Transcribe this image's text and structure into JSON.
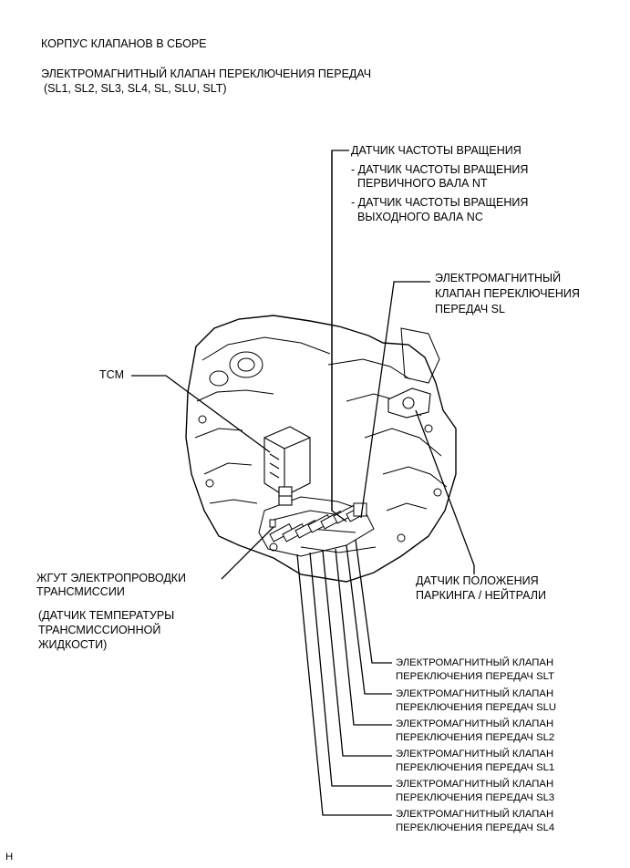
{
  "header": {
    "assembly": "КОРПУС КЛАПАНОВ В СБОРЕ",
    "solenoid_line1": "ЭЛЕКТРОМАГНИТНЫЙ КЛАПАН ПЕРЕКЛЮЧЕНИЯ ПЕРЕДАЧ",
    "solenoid_line2": "(SL1, SL2, SL3, SL4, SL, SLU, SLT)"
  },
  "labels": {
    "speed_sensor": "ДАТЧИК ЧАСТОТЫ ВРАЩЕНИЯ",
    "nt_line1": "- ДАТЧИК ЧАСТОТЫ ВРАЩЕНИЯ",
    "nt_line2": "ПЕРВИЧНОГО ВАЛА NT",
    "nc_line1": "- ДАТЧИК ЧАСТОТЫ ВРАЩЕНИЯ",
    "nc_line2": "ВЫХОДНОГО ВАЛА NC",
    "sl_line1": "ЭЛЕКТРОМАГНИТНЫЙ",
    "sl_line2": "КЛАПАН ПЕРЕКЛЮЧЕНИЯ",
    "sl_line3": "ПЕРЕДАЧ SL",
    "tcm": "TCM",
    "harness_line1": "ЖГУТ ЭЛЕКТРОПРОВОДКИ",
    "harness_line2": "ТРАНСМИССИИ",
    "fluid_line1": "(ДАТЧИК ТЕМПЕРАТУРЫ",
    "fluid_line2": "ТРАНСМИССИОННОЙ",
    "fluid_line3": "ЖИДКОСТИ)",
    "pnp_line1": "ДАТЧИК ПОЛОЖЕНИЯ",
    "pnp_line2": "ПАРКИНГА / НЕЙТРАЛИ"
  },
  "solenoids": [
    {
      "line1": "ЭЛЕКТРОМАГНИТНЫЙ КЛАПАН",
      "line2": "ПЕРЕКЛЮЧЕНИЯ ПЕРЕДАЧ SLT"
    },
    {
      "line1": "ЭЛЕКТРОМАГНИТНЫЙ КЛАПАН",
      "line2": "ПЕРЕКЛЮЧЕНИЯ ПЕРЕДАЧ SLU"
    },
    {
      "line1": "ЭЛЕКТРОМАГНИТНЫЙ КЛАПАН",
      "line2": "ПЕРЕКЛЮЧЕНИЯ ПЕРЕДАЧ SL2"
    },
    {
      "line1": "ЭЛЕКТРОМАГНИТНЫЙ КЛАПАН",
      "line2": "ПЕРЕКЛЮЧЕНИЯ ПЕРЕДАЧ SL1"
    },
    {
      "line1": "ЭЛЕКТРОМАГНИТНЫЙ КЛАПАН",
      "line2": "ПЕРЕКЛЮЧЕНИЯ ПЕРЕДАЧ SL3"
    },
    {
      "line1": "ЭЛЕКТРОМАГНИТНЫЙ КЛАПАН",
      "line2": "ПЕРЕКЛЮЧЕНИЯ ПЕРЕДАЧ SL4"
    }
  ],
  "footer_code": "H"
}
